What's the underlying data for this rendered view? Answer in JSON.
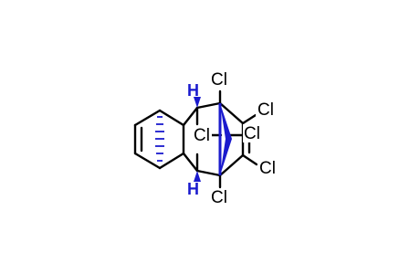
{
  "structure": {
    "labels": {
      "cl_top": "Cl",
      "cl_upper_right": "Cl",
      "cl_mid_left": "Cl",
      "cl_mid_right": "Cl",
      "cl_lower_right": "Cl",
      "cl_bottom": "Cl",
      "h_top": "H",
      "h_bottom": "H"
    },
    "colors": {
      "bond": "#000000",
      "wedge": "#1a1acd",
      "hash": "#1a1acd",
      "label": "#000000",
      "stereo_h": "#1a1acd"
    }
  }
}
